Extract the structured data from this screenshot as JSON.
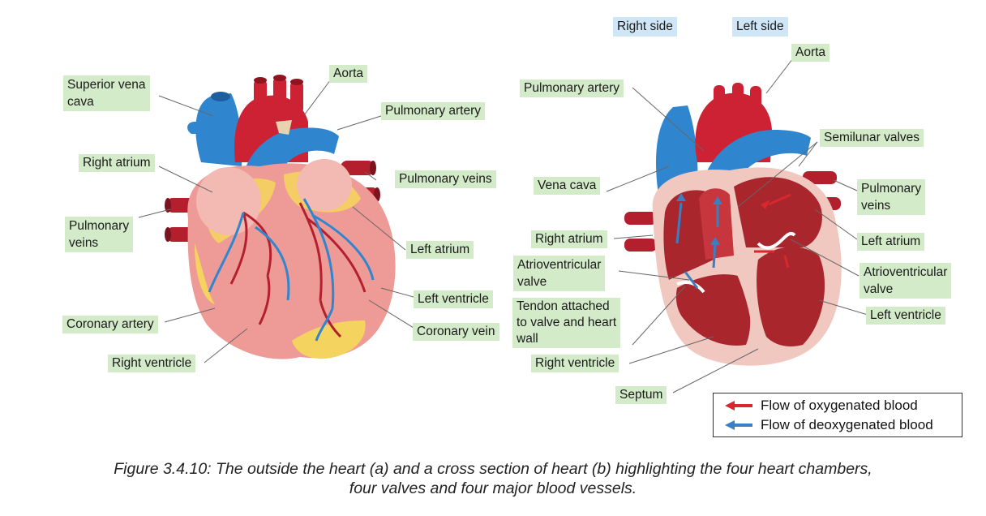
{
  "headers": {
    "right_side": "Right side",
    "left_side": "Left side"
  },
  "labels_a": {
    "superior_vena_cava_1": "Superior vena",
    "superior_vena_cava_2": "cava",
    "aorta": "Aorta",
    "pulmonary_artery": "Pulmonary artery",
    "right_atrium": "Right atrium",
    "pulmonary_veins_right": "Pulmonary veins",
    "pulmonary_veins_left_1": "Pulmonary",
    "pulmonary_veins_left_2": "veins",
    "left_atrium": "Left atrium",
    "left_ventricle": "Left ventricle",
    "coronary_artery": "Coronary artery",
    "coronary_vein": "Coronary vein",
    "right_ventricle": "Right ventricle"
  },
  "labels_b": {
    "aorta": "Aorta",
    "pulmonary_artery": "Pulmonary artery",
    "semilunar_valves": "Semilunar valves",
    "vena_cava": "Vena cava",
    "pulmonary_veins_1": "Pulmonary",
    "pulmonary_veins_2": "veins",
    "right_atrium": "Right atrium",
    "left_atrium": "Left atrium",
    "av_valve_left_1": "Atrioventricular",
    "av_valve_left_2": "valve",
    "av_valve_right_1": "Atrioventricular",
    "av_valve_right_2": "valve",
    "tendon_1": "Tendon attached",
    "tendon_2": "to valve and heart",
    "tendon_3": "wall",
    "left_ventricle": "Left ventricle",
    "right_ventricle": "Right ventricle",
    "septum": "Septum"
  },
  "legend": {
    "oxygenated": "Flow of oxygenated blood",
    "deoxygenated": "Flow of deoxygenated blood",
    "oxygenated_color": "#d7282f",
    "deoxygenated_color": "#3a7fc4"
  },
  "caption": {
    "line1": "Figure 3.4.10: The outside the heart (a) and a cross section of heart (b) highlighting the four heart chambers,",
    "line2": "four valves and four major blood vessels."
  }
}
